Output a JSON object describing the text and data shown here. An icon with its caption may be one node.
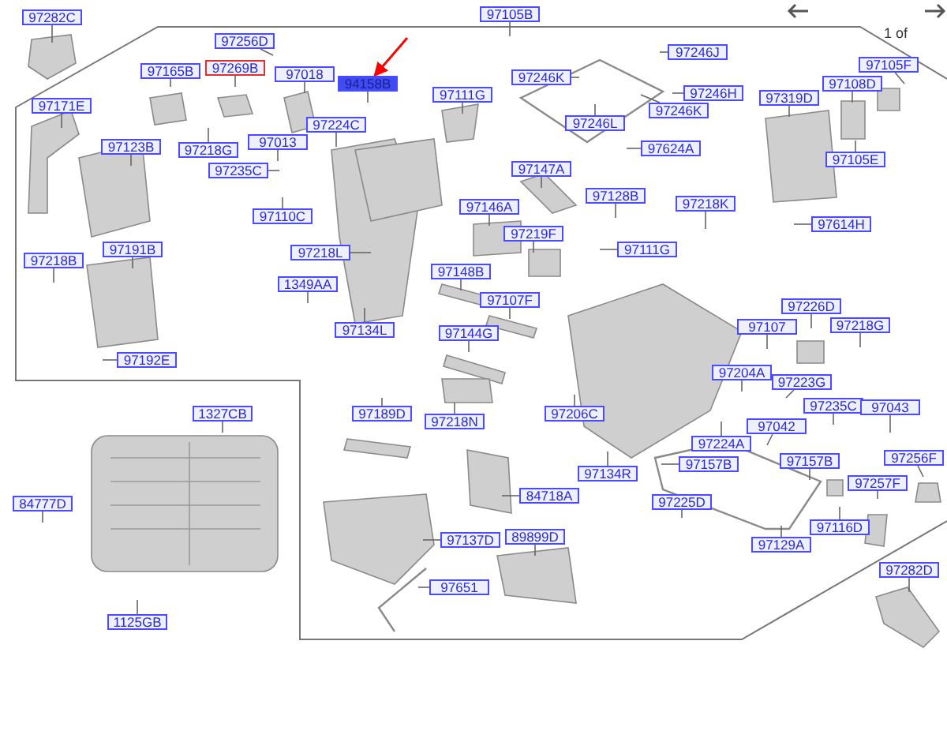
{
  "diagram": {
    "nodes": [
      {
        "text": [
          "97282C"
        ]
      },
      {
        "text": [
          "97256D"
        ]
      },
      {
        "text": [
          "97269B"
        ]
      },
      {
        "text": [
          "97165B"
        ]
      },
      {
        "text": [
          "97018"
        ]
      },
      {
        "text": [
          "94158B"
        ]
      },
      {
        "text": [
          "97105B"
        ]
      },
      {
        "text": [
          "97111G"
        ]
      },
      {
        "text": [
          "97246K"
        ]
      },
      {
        "text": [
          "97246J"
        ]
      },
      {
        "text": [
          "97246H"
        ]
      },
      {
        "text": [
          "97246L"
        ]
      },
      {
        "text": [
          "97246K"
        ]
      },
      {
        "text": [
          "97624A"
        ]
      },
      {
        "text": [
          "97319D"
        ]
      },
      {
        "text": [
          "97108D"
        ]
      },
      {
        "text": [
          "97105F"
        ]
      },
      {
        "text": [
          "97105E"
        ]
      },
      {
        "text": [
          "97171E"
        ]
      },
      {
        "text": [
          "97218G"
        ]
      },
      {
        "text": [
          "97013"
        ]
      },
      {
        "text": [
          "97224C"
        ]
      },
      {
        "text": [
          "97123B"
        ]
      },
      {
        "text": [
          "97235C"
        ]
      },
      {
        "text": [
          "97147A"
        ]
      },
      {
        "text": [
          "97128B"
        ]
      },
      {
        "text": [
          "97218K"
        ]
      },
      {
        "text": [
          "97614H"
        ]
      },
      {
        "text": [
          "97146A"
        ]
      },
      {
        "text": [
          "97110C"
        ]
      },
      {
        "text": [
          "97219F"
        ]
      },
      {
        "text": [
          "97111G"
        ]
      },
      {
        "text": [
          "97218B"
        ]
      },
      {
        "text": [
          "97191B"
        ]
      },
      {
        "text": [
          "97218L"
        ]
      },
      {
        "text": [
          "97148B"
        ]
      },
      {
        "text": [
          "1349AA"
        ]
      },
      {
        "text": [
          "97107F"
        ]
      },
      {
        "text": [
          "97226D"
        ]
      },
      {
        "text": [
          "97107"
        ]
      },
      {
        "text": [
          "97218G"
        ]
      },
      {
        "text": [
          "97134L"
        ]
      },
      {
        "text": [
          "97144G"
        ]
      },
      {
        "text": [
          "97192E"
        ]
      },
      {
        "text": [
          "97204A"
        ]
      },
      {
        "text": [
          "97223G"
        ]
      },
      {
        "text": [
          "97206C"
        ]
      },
      {
        "text": [
          "97235C"
        ]
      },
      {
        "text": [
          "97043"
        ]
      },
      {
        "text": [
          "97256F"
        ]
      },
      {
        "text": [
          "97189D"
        ]
      },
      {
        "text": [
          "97218N"
        ]
      },
      {
        "text": [
          "1327CB"
        ]
      },
      {
        "text": [
          "97042"
        ]
      },
      {
        "text": [
          "97224A"
        ]
      },
      {
        "text": [
          "97134R"
        ]
      },
      {
        "text": [
          "97157B"
        ]
      },
      {
        "text": [
          "97157B"
        ]
      },
      {
        "text": [
          "97257F"
        ]
      },
      {
        "text": [
          "84777D"
        ]
      },
      {
        "text": [
          "84718A"
        ]
      },
      {
        "text": [
          "97225D"
        ]
      },
      {
        "text": [
          "97116D"
        ]
      },
      {
        "text": [
          "97137D"
        ]
      },
      {
        "text": [
          "89899D"
        ]
      },
      {
        "text": [
          "97129A"
        ]
      },
      {
        "text": [
          "97282D"
        ]
      },
      {
        "text": [
          "97651"
        ]
      },
      {
        "text": [
          "1125GB"
        ]
      }
    ],
    "edges": [
      {
        "from": 0,
        "to": null,
        "arrow": "none"
      },
      {
        "from": 1,
        "to": null,
        "arrow": "none"
      },
      {
        "from": 2,
        "to": null,
        "arrow": "none"
      },
      {
        "from": 3,
        "to": null,
        "arrow": "none"
      },
      {
        "from": 4,
        "to": null,
        "arrow": "none"
      },
      {
        "from": 5,
        "to": null,
        "arrow": "none"
      },
      {
        "from": 6,
        "to": null,
        "arrow": "none"
      },
      {
        "from": 7,
        "to": null,
        "arrow": "none"
      },
      {
        "from": 8,
        "to": null,
        "arrow": "none"
      },
      {
        "from": 9,
        "to": null,
        "arrow": "none"
      },
      {
        "from": 10,
        "to": null,
        "arrow": "none"
      },
      {
        "from": 11,
        "to": null,
        "arrow": "none"
      },
      {
        "from": 12,
        "to": null,
        "arrow": "none"
      },
      {
        "from": 13,
        "to": null,
        "arrow": "none"
      },
      {
        "from": 14,
        "to": null,
        "arrow": "none"
      },
      {
        "from": 15,
        "to": null,
        "arrow": "none"
      },
      {
        "from": 16,
        "to": null,
        "arrow": "none"
      },
      {
        "from": 17,
        "to": null,
        "arrow": "none"
      },
      {
        "from": 18,
        "to": null,
        "arrow": "none"
      },
      {
        "from": 19,
        "to": null,
        "arrow": "none"
      },
      {
        "from": 20,
        "to": null,
        "arrow": "none"
      },
      {
        "from": 21,
        "to": null,
        "arrow": "none"
      },
      {
        "from": 22,
        "to": null,
        "arrow": "none"
      },
      {
        "from": 23,
        "to": null,
        "arrow": "none"
      },
      {
        "from": 24,
        "to": null,
        "arrow": "none"
      },
      {
        "from": 25,
        "to": null,
        "arrow": "none"
      },
      {
        "from": 26,
        "to": null,
        "arrow": "none"
      },
      {
        "from": 27,
        "to": null,
        "arrow": "none"
      },
      {
        "from": 28,
        "to": null,
        "arrow": "none"
      },
      {
        "from": 29,
        "to": null,
        "arrow": "none"
      },
      {
        "from": 30,
        "to": null,
        "arrow": "none"
      },
      {
        "from": 31,
        "to": null,
        "arrow": "none"
      },
      {
        "from": 32,
        "to": null,
        "arrow": "none"
      },
      {
        "from": 33,
        "to": null,
        "arrow": "none"
      },
      {
        "from": 34,
        "to": null,
        "arrow": "none"
      },
      {
        "from": 35,
        "to": null,
        "arrow": "none"
      },
      {
        "from": 36,
        "to": null,
        "arrow": "none"
      },
      {
        "from": 37,
        "to": null,
        "arrow": "none"
      },
      {
        "from": 38,
        "to": null,
        "arrow": "none"
      },
      {
        "from": 39,
        "to": null,
        "arrow": "none"
      },
      {
        "from": 40,
        "to": null,
        "arrow": "none"
      },
      {
        "from": 41,
        "to": null,
        "arrow": "none"
      },
      {
        "from": 42,
        "to": null,
        "arrow": "none"
      },
      {
        "from": 43,
        "to": null,
        "arrow": "none"
      },
      {
        "from": 44,
        "to": null,
        "arrow": "none"
      },
      {
        "from": 45,
        "to": null,
        "arrow": "none"
      },
      {
        "from": 46,
        "to": null,
        "arrow": "none"
      },
      {
        "from": 47,
        "to": null,
        "arrow": "none"
      },
      {
        "from": 48,
        "to": null,
        "arrow": "none"
      },
      {
        "from": 49,
        "to": null,
        "arrow": "none"
      },
      {
        "from": 50,
        "to": null,
        "arrow": "none"
      },
      {
        "from": 51,
        "to": null,
        "arrow": "none"
      },
      {
        "from": 52,
        "to": null,
        "arrow": "none"
      },
      {
        "from": 53,
        "to": null,
        "arrow": "none"
      },
      {
        "from": 54,
        "to": null,
        "arrow": "none"
      },
      {
        "from": 55,
        "to": null,
        "arrow": "none"
      },
      {
        "from": 56,
        "to": null,
        "arrow": "none"
      },
      {
        "from": 57,
        "to": null,
        "arrow": "none"
      },
      {
        "from": 58,
        "to": null,
        "arrow": "none"
      },
      {
        "from": 59,
        "to": null,
        "arrow": "none"
      },
      {
        "from": 60,
        "to": null,
        "arrow": "none"
      },
      {
        "from": 61,
        "to": null,
        "arrow": "none"
      },
      {
        "from": 62,
        "to": null,
        "arrow": "none"
      },
      {
        "from": 63,
        "to": null,
        "arrow": "none"
      },
      {
        "from": 64,
        "to": null,
        "arrow": "none"
      },
      {
        "from": 65,
        "to": null,
        "arrow": "none"
      },
      {
        "from": 66,
        "to": null,
        "arrow": "none"
      },
      {
        "from": 67,
        "to": null,
        "arrow": "none"
      },
      {
        "from": 68,
        "to": null,
        "arrow": "none"
      },
      {
        "from": null,
        "to": 5,
        "arrow": "to",
        "color": "#ff0000"
      }
    ],
    "labels": [
      "1 of"
    ]
  }
}
